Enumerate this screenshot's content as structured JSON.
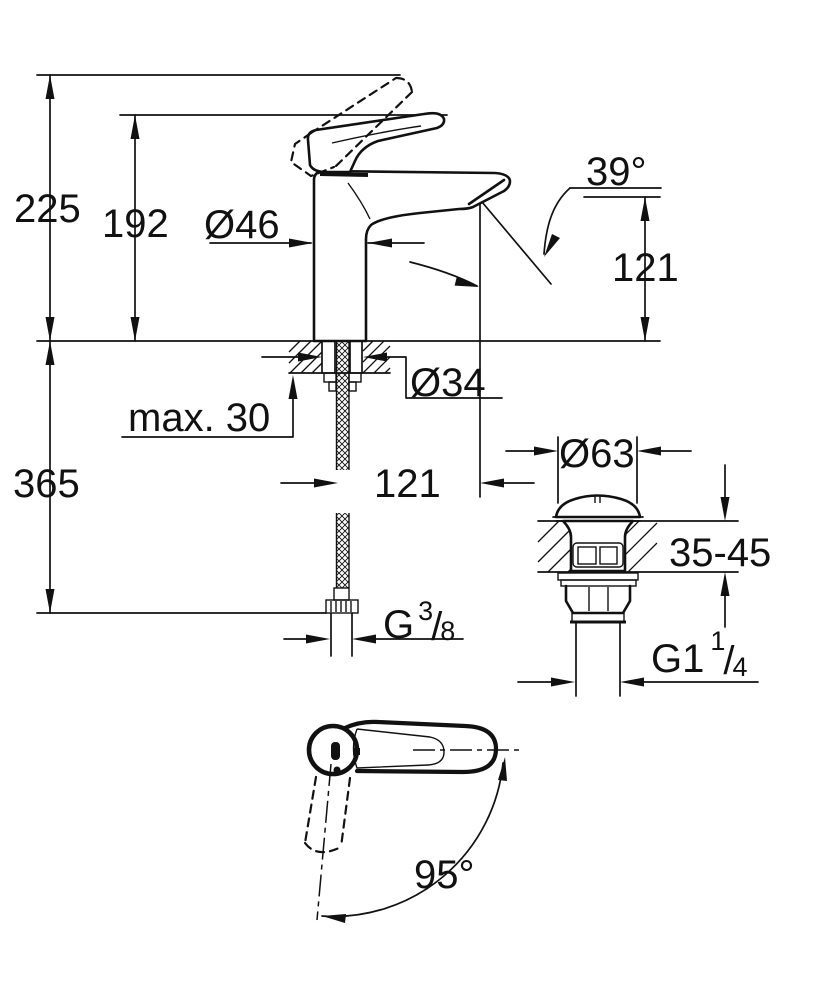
{
  "page": {
    "background": "#ffffff",
    "ink": "#111111"
  },
  "drawing_kind": "faucet-dimension-drawing",
  "labels": {
    "overall_height": "225",
    "handle_tip_height": "192",
    "body_diameter": "Ø46",
    "spout_angle": "39°",
    "spout_outlet_height": "121",
    "max_mounting_thickness": "max. 30",
    "mounting_hole_diameter": "Ø34",
    "hose_clearance_length": "365",
    "spout_reach": "121",
    "waste_cap_diameter": "Ø63",
    "deck_thickness_range": "35-45",
    "handle_swivel_angle": "95°",
    "supply_thread": {
      "prefix": "G",
      "numerator": "3",
      "slash": "/",
      "denominator": "8"
    },
    "waste_thread": {
      "prefix": "G1",
      "numerator": "1",
      "slash": "/",
      "denominator": "4"
    }
  }
}
